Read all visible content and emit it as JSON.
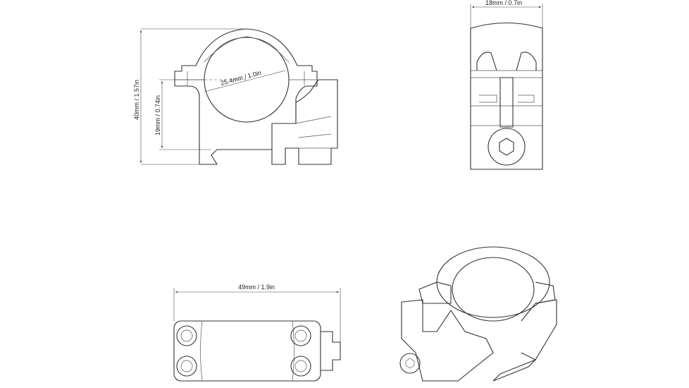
{
  "dimensions": {
    "height_total": "40mm / 1.57in",
    "center_height": "19mm / 0.74in",
    "ring_diameter": "25.4mm / 1.0in",
    "width": "18mm / 0.7in",
    "length": "49mm / 1.9in"
  },
  "colors": {
    "line": "#333333",
    "background": "#ffffff"
  }
}
